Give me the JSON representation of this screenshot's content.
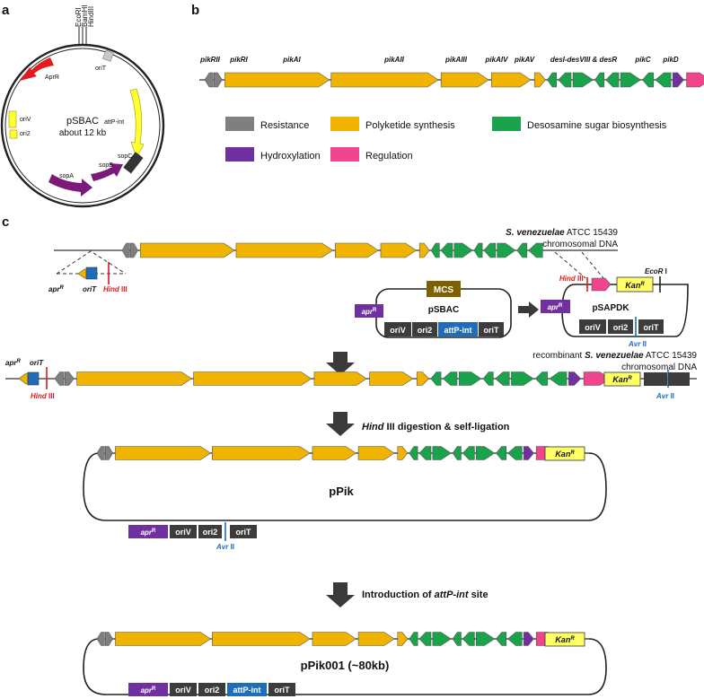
{
  "colors": {
    "resistance": "#7f7f7f",
    "polyketide": "#f0b400",
    "desosamine": "#1aa34a",
    "hydroxylation": "#7030a0",
    "regulation": "#f0448c",
    "kan": "#ffff66",
    "dark_box": "#3c3c3c",
    "attp_box": "#1f6db8",
    "mcs_box": "#7f6000",
    "hind_red": "#e0161b",
    "avr_blue": "#1f6db8",
    "plasmid_apr": "#e41a1c",
    "plasmid_sop": "#7b1a7b",
    "plasmid_att": "#ffff33"
  },
  "panel_a": {
    "label": "a",
    "title": "pSBAC",
    "subtitle": "about 12 kb",
    "sites": [
      "EcoRI",
      "BamHI",
      "HindIII"
    ],
    "features": {
      "aprr": "AprR",
      "orit": "oriT",
      "attp": "attP-int",
      "oriv": "oriV",
      "ori2": "ori2",
      "sopa": "sopA",
      "sopb": "sopB",
      "sopc": "sopC"
    }
  },
  "panel_b": {
    "label": "b",
    "genes": [
      "pikRII",
      "pikRI",
      "pikAI",
      "pikAII",
      "pikAIII",
      "pikAIV",
      "pikAV",
      "desI-desVIII & desR",
      "pikC",
      "pikD"
    ],
    "legend": [
      {
        "key": "resistance",
        "label": "Resistance"
      },
      {
        "key": "polyketide",
        "label": "Polyketide synthesis"
      },
      {
        "key": "desosamine",
        "label": "Desosamine sugar biosynthesis"
      },
      {
        "key": "hydroxylation",
        "label": "Hydroxylation"
      },
      {
        "key": "regulation",
        "label": "Regulation"
      }
    ]
  },
  "panel_c": {
    "label": "c",
    "chromosome_species": "S. venezuelae",
    "chromosome_strain": " ATCC 15439",
    "chromosome_dna": "chromosomal DNA",
    "recombinant_prefix": "recombinant ",
    "recombinant_species": "S. venezuelae",
    "recombinant_strain": " ATCC 15439",
    "recombinant_dna": "chromosomal DNA",
    "apr": "apr",
    "kan": "Kan",
    "sup_r": "R",
    "orit": "oriT",
    "oriv": "oriV",
    "ori2": "ori2",
    "attp_int": "attP-int",
    "mcs": "MCS",
    "hind": "Hind",
    "iii": " III",
    "avr": "Avr",
    "ii": " II",
    "ecor": "EcoR",
    "ecor_i": " I",
    "psbac": "pSBAC",
    "psapdk": "pSAPDK",
    "step1_italic": "Hind",
    "step1_rest": " III digestion & self-ligation",
    "ppik": "pPik",
    "step2_prefix": "Introduction of ",
    "step2_italic": "attP-int",
    "step2_suffix": " site",
    "ppik001": "pPik001 (~80kb)"
  }
}
